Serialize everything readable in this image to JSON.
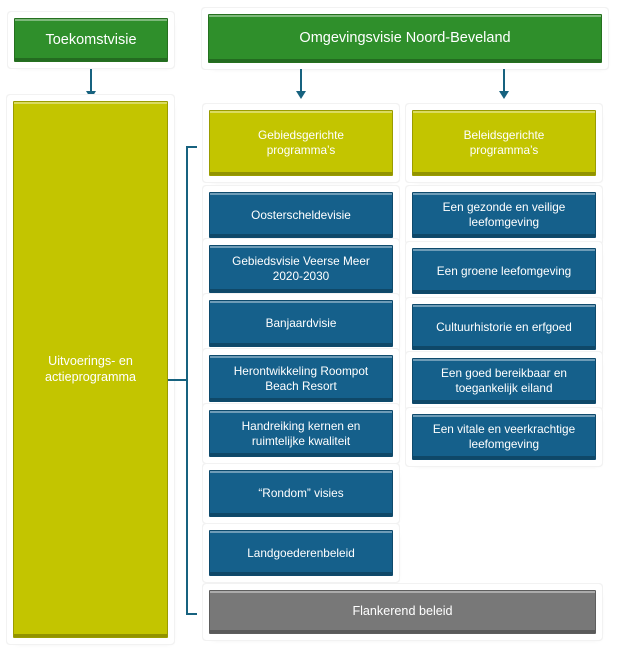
{
  "diagram": {
    "title_visible": false,
    "colors": {
      "green": "#2f8f2b",
      "yellow": "#c3c500",
      "blue": "#15608b",
      "gray": "#787878",
      "connector": "#17627f",
      "text": "#ffffff",
      "background": "#ffffff"
    },
    "top_row": [
      {
        "id": "toekomstvisie",
        "label": "Toekomstvisie",
        "color": "green"
      },
      {
        "id": "omgevingsvisie",
        "label": "Omgevingsvisie Noord-Beveland",
        "color": "green"
      }
    ],
    "left_panel": {
      "id": "uitvoerings-en-actieprogramma",
      "label": "Uitvoerings- en\nactieprogramma",
      "color": "yellow"
    },
    "columns": [
      {
        "id": "gebiedsgerichte",
        "header": {
          "label": "Gebiedsgerichte\nprogramma’s",
          "color": "yellow"
        },
        "items": [
          {
            "label": "Oosterscheldevisie"
          },
          {
            "label": "Gebiedsvisie Veerse Meer\n2020-2030"
          },
          {
            "label": "Banjaardvisie"
          },
          {
            "label": "Herontwikkeling Roompot\nBeach Resort"
          },
          {
            "label": "Handreiking kernen en\nruimtelijke kwaliteit"
          },
          {
            "label": "“Rondom” visies"
          },
          {
            "label": "Landgoederenbeleid"
          }
        ]
      },
      {
        "id": "beleidsgerichte",
        "header": {
          "label": "Beleidsgerichte\nprogramma’s",
          "color": "yellow"
        },
        "items": [
          {
            "label": "Een gezonde en veilige\nleefomgeving"
          },
          {
            "label": "Een groene leefomgeving"
          },
          {
            "label": "Cultuurhistorie en erfgoed"
          },
          {
            "label": "Een goed bereikbaar en\ntoegankelijk eiland"
          },
          {
            "label": "Een vitale en veerkrachtige\nleefomgeving"
          }
        ]
      }
    ],
    "footer": {
      "id": "flankerend-beleid",
      "label": "Flankerend beleid",
      "color": "gray"
    }
  }
}
